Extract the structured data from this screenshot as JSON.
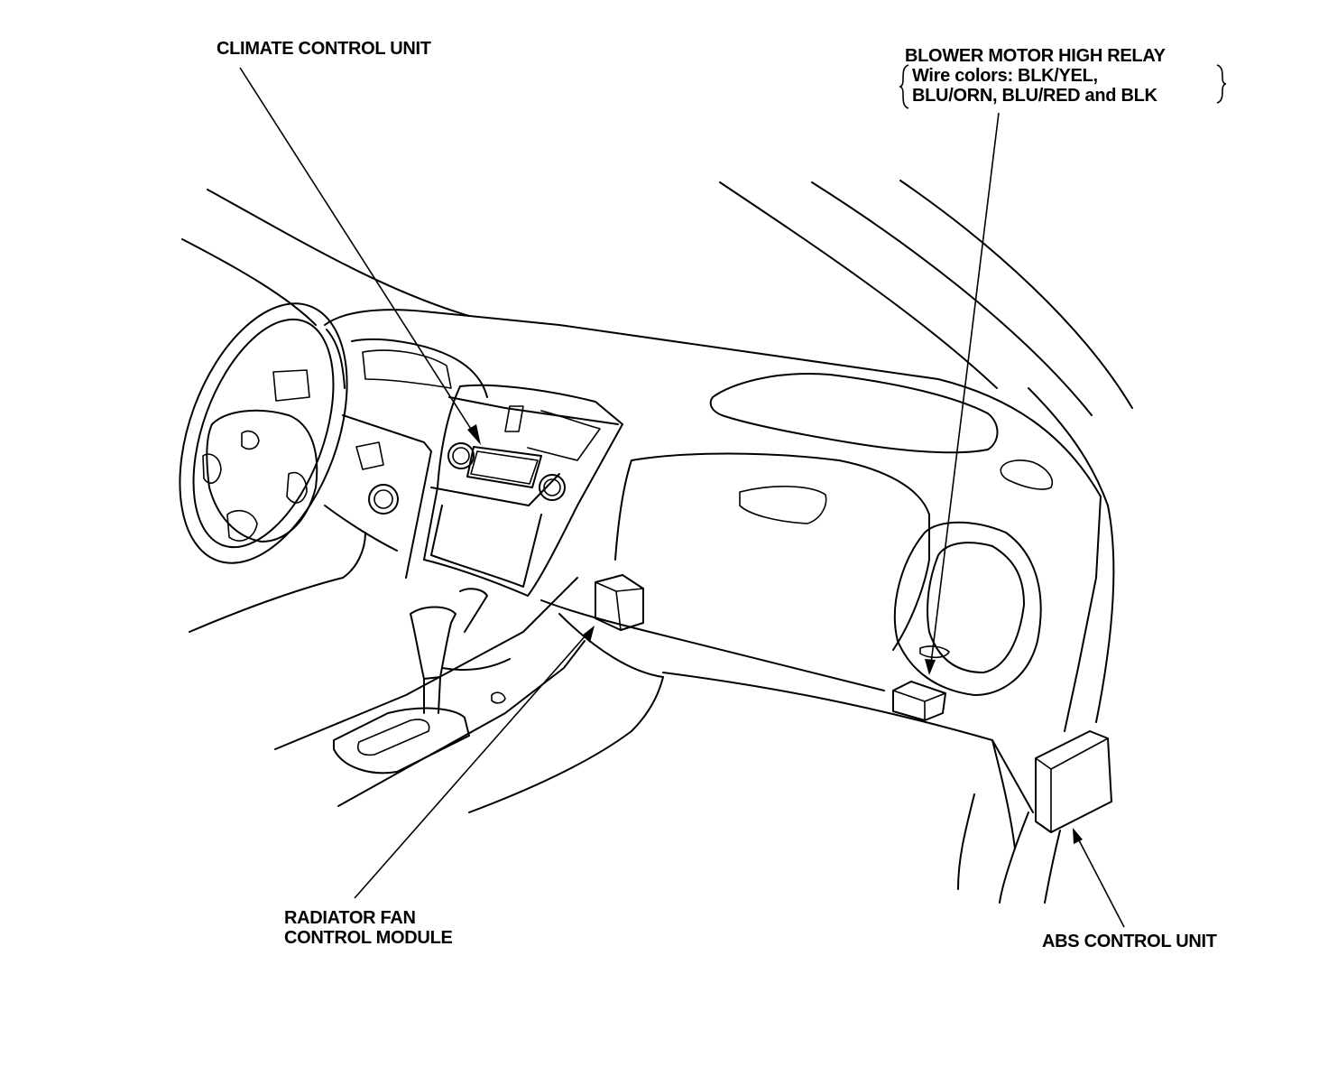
{
  "labels": {
    "climate_control_unit": "CLIMATE CONTROL UNIT",
    "blower_motor_high_relay": {
      "title": "BLOWER MOTOR HIGH RELAY",
      "line1": "Wire colors: BLK/YEL,",
      "line2": "BLU/ORN, BLU/RED and BLK"
    },
    "radiator_fan_control_module": {
      "line1": "RADIATOR FAN",
      "line2": "CONTROL MODULE"
    },
    "abs_control_unit": "ABS CONTROL UNIT"
  }
}
